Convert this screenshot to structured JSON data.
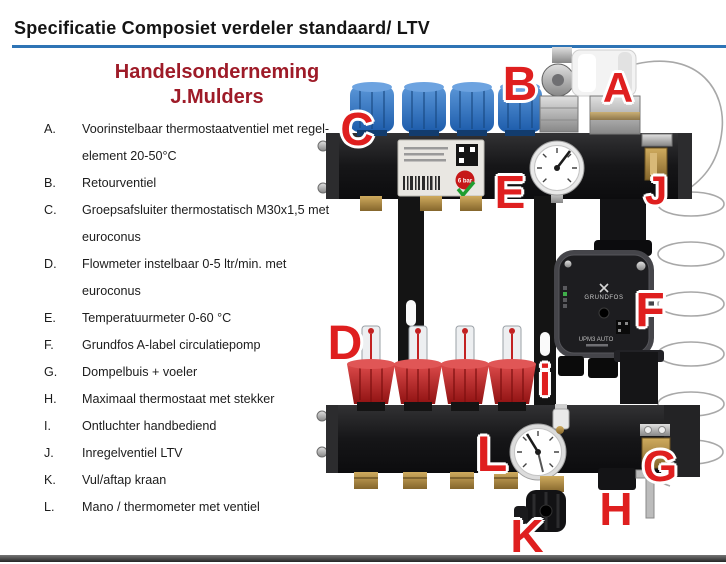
{
  "page": {
    "title": "Specificatie Composiet verdeler standaard/ LTV"
  },
  "brand": {
    "line1": "Handelsonderneming",
    "line2": "J.Mulders"
  },
  "spec_list": {
    "items": [
      {
        "key": "A.",
        "text": "Voorinstelbaar thermostaatventiel met regel-\nelement 20-50°C"
      },
      {
        "key": "B.",
        "text": "Retourventiel"
      },
      {
        "key": "C.",
        "text": "Groepsafsluiter thermostatisch M30x1,5 met euroconus"
      },
      {
        "key": "D.",
        "text": "Flowmeter instelbaar 0-5 ltr/min. met euroconus"
      },
      {
        "key": "E.",
        "text": "Temperatuurmeter 0-60 °C"
      },
      {
        "key": "F.",
        "text": "Grundfos A-label circulatiepomp"
      },
      {
        "key": "G.",
        "text": "Dompelbuis + voeler"
      },
      {
        "key": "H.",
        "text": "Maximaal thermostaat met stekker"
      },
      {
        "key": "I.",
        "text": "Ontluchter handbediend"
      },
      {
        "key": "J.",
        "text": "Inregelventiel LTV"
      },
      {
        "key": "K.",
        "text": "Vul/aftap kraan"
      },
      {
        "key": "L.",
        "text": "Mano / thermometer met ventiel"
      }
    ]
  },
  "photo": {
    "labels": [
      {
        "letter": "A"
      },
      {
        "letter": "B"
      },
      {
        "letter": "C"
      },
      {
        "letter": "D"
      },
      {
        "letter": "E"
      },
      {
        "letter": "F"
      },
      {
        "letter": "G"
      },
      {
        "letter": "H"
      },
      {
        "letter": "i"
      },
      {
        "letter": "J"
      },
      {
        "letter": "K"
      },
      {
        "letter": "L"
      }
    ],
    "pump": {
      "brand": "GRUNDFOS",
      "model": "UPM3 AUTO"
    },
    "sticker": {
      "pressure_rating": "6 bar"
    },
    "colors": {
      "label_red": "#df1f1f",
      "brand_red": "#9e1b28",
      "accent_blue": "#2e74b5",
      "knob_blue": "#2f6fc1",
      "flowmeter_red": "#c32222",
      "manifold_black": "#1c1c1e",
      "brass": "#a9813f"
    }
  }
}
